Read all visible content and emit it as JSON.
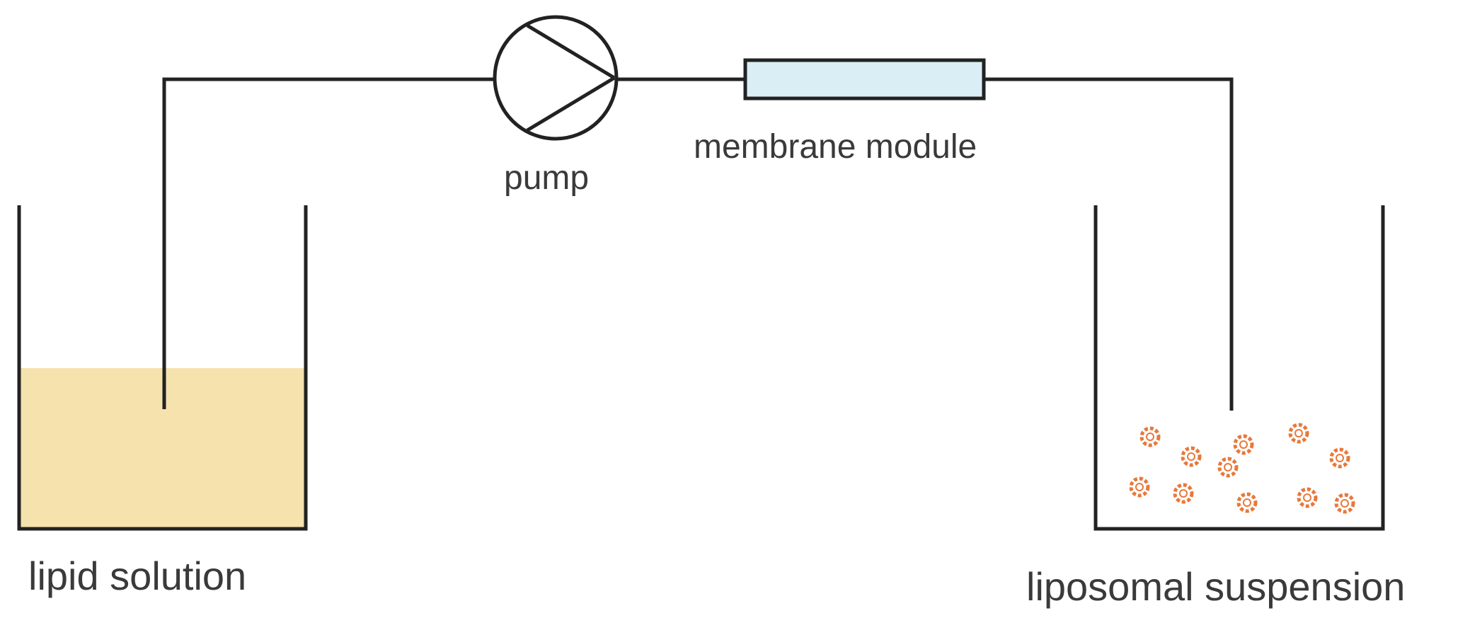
{
  "diagram": {
    "labels": {
      "lipid_solution": "lipid solution",
      "pump": "pump",
      "membrane_module": "membrane module",
      "liposomal_suspension": "liposomal suspension"
    },
    "colors": {
      "line": "#222222",
      "lipid_fill": "#f5e2ad",
      "membrane_fill": "#d9eef5",
      "liposome": "#e8783a",
      "text": "#3a3a3a"
    },
    "liposome_count": 11
  }
}
